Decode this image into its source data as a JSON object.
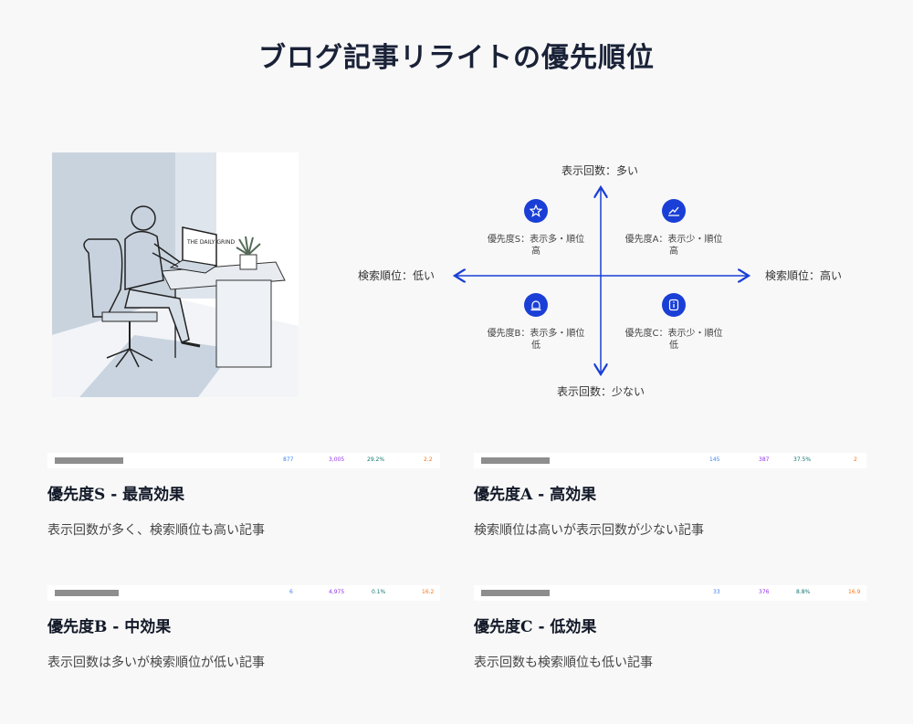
{
  "title": "ブログ記事リライトの優先順位",
  "illustration": {
    "laptop_text": "THE DAILY GRIND"
  },
  "matrix": {
    "top": "表示回数：多い",
    "bottom": "表示回数：少ない",
    "left": "検索順位：低い",
    "right": "検索順位：高い",
    "quadrants": [
      {
        "icon": "star-icon",
        "line1": "優先度S：表示多・順位",
        "line2": "高"
      },
      {
        "icon": "chart-up-icon",
        "line1": "優先度A：表示少・順位",
        "line2": "高"
      },
      {
        "icon": "alarm-icon",
        "line1": "優先度B：表示多・順位",
        "line2": "低"
      },
      {
        "icon": "info-icon",
        "line1": "優先度C：表示少・順位",
        "line2": "低"
      }
    ],
    "accent": "#1a3fd6"
  },
  "cards": [
    {
      "title_pre": "優先度",
      "title_lvl": "S",
      "title_post": " - 最高効果",
      "desc": "表示回数が多く、検索順位も高い記事",
      "stats": [
        "877",
        "3,005",
        "29.2%",
        "2.2"
      ]
    },
    {
      "title_pre": "優先度",
      "title_lvl": "A",
      "title_post": " - 高効果",
      "desc": "検索順位は高いが表示回数が少ない記事",
      "stats": [
        "145",
        "387",
        "37.5%",
        "2"
      ]
    },
    {
      "title_pre": "優先度",
      "title_lvl": "B",
      "title_post": " - 中効果",
      "desc": "表示回数は多いが検索順位が低い記事",
      "stats": [
        "6",
        "4,975",
        "0.1%",
        "16.2"
      ]
    },
    {
      "title_pre": "優先度",
      "title_lvl": "C",
      "title_post": " - 低効果",
      "desc": "表示回数も検索順位も低い記事",
      "stats": [
        "33",
        "376",
        "8.8%",
        "16.9"
      ]
    }
  ],
  "stat_colors": [
    "#3b82f6",
    "#9333ea",
    "#0f766e",
    "#f97316"
  ]
}
